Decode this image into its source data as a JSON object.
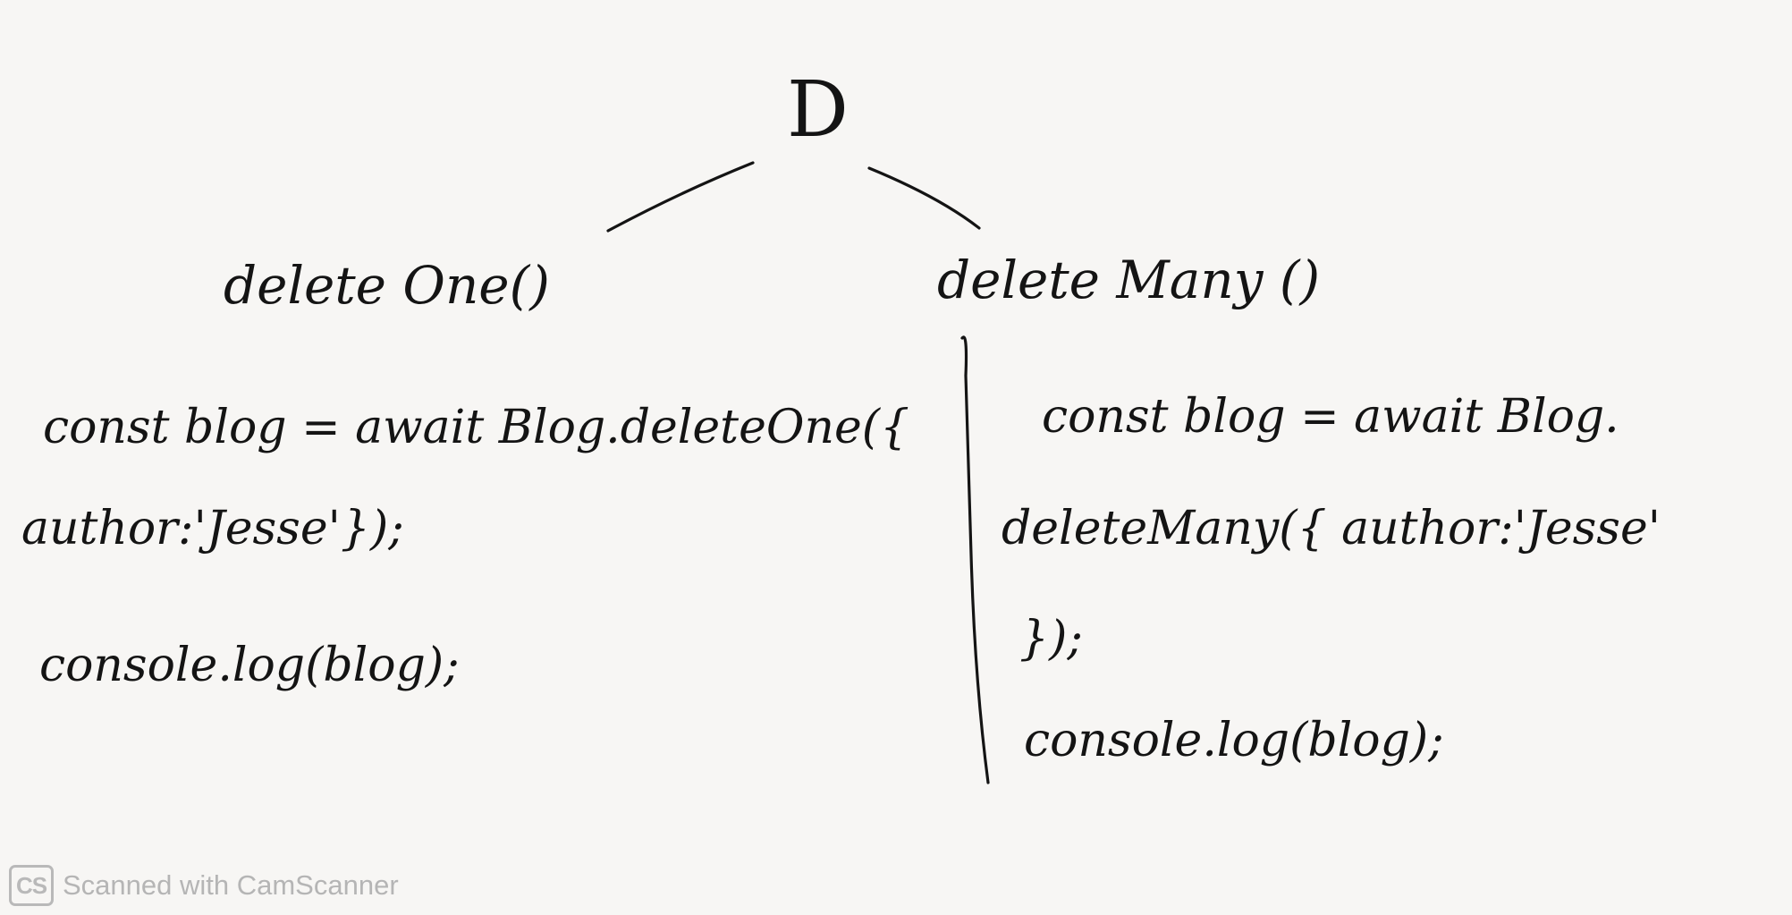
{
  "diagram": {
    "root": "D",
    "left": {
      "heading": "delete One()",
      "lines": [
        "const blog = await Blog.deleteOne({",
        "author:'Jesse'});",
        "console.log(blog);"
      ]
    },
    "right": {
      "heading": "delete Many ()",
      "lines": [
        "const blog = await Blog.",
        "deleteMany({ author:'Jesse'",
        "});",
        "console.log(blog);"
      ]
    }
  },
  "watermark": {
    "logo": "CS",
    "text": "Scanned with CamScanner"
  },
  "colors": {
    "ink": "#141414",
    "paper": "#f7f6f4",
    "watermark": "#b5b5b5"
  }
}
